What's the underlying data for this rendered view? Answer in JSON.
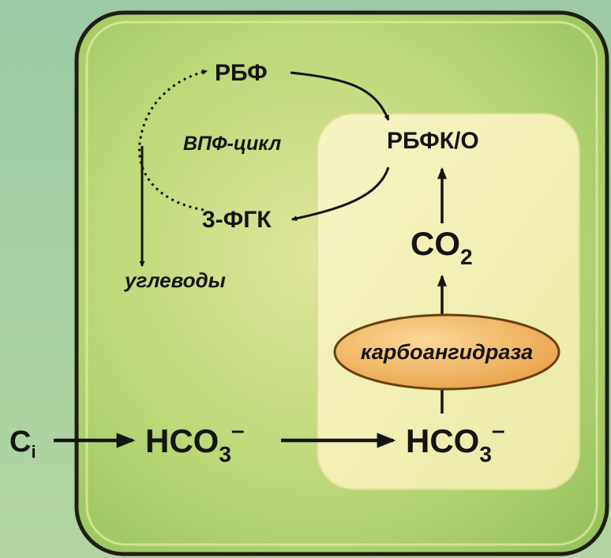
{
  "labels": {
    "rubp": "РБФ",
    "cycle": "ВПФ-цикл",
    "rubisco": "РБФК/О",
    "pga": "3-ФГК",
    "co2_main": "CO",
    "co2_sub": "2",
    "carbs": "углеводы",
    "enzyme": "карбоангидраза",
    "ci_main": "C",
    "ci_sub": "i",
    "hco3_left_main": "HCO",
    "hco3_left_sub": "3",
    "hco3_left_sup": "–",
    "hco3_right_main": "HCO",
    "hco3_right_sub": "3",
    "hco3_right_sup": "–"
  },
  "colors": {
    "background": "#a9d0a4",
    "cell_fill": "#b4d470",
    "cell_border": "#1e1e14",
    "inner_compartment": "#f2f0b0",
    "enzyme_fill": "#f0b05a",
    "enzyme_border": "#6a4010",
    "arrow": "#141414",
    "text": "#141414"
  }
}
